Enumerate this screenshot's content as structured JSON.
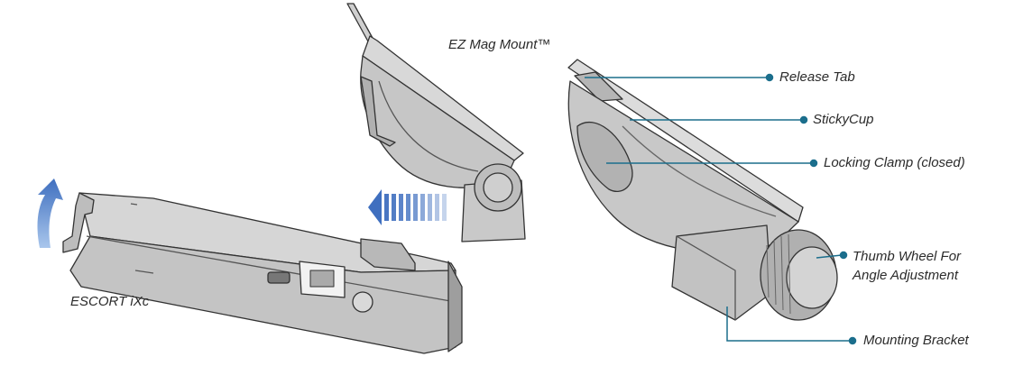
{
  "mount_title": "EZ Mag Mount™",
  "device_label": "ESCORT iXc",
  "callouts": {
    "release_tab": "Release Tab",
    "sticky_cup": "StickyCup",
    "locking_clamp": "Locking Clamp (closed)",
    "thumb_wheel_line1": "Thumb Wheel For",
    "thumb_wheel_line2": "Angle Adjustment",
    "mounting_bracket": "Mounting Bracket"
  },
  "colors": {
    "body_fill": "#c9c9c9",
    "body_shade": "#b5b5b5",
    "outline": "#333333",
    "callout_line": "#1b6e8c",
    "arrow": "#4a7ec7"
  },
  "icons": [
    "rotate-up-arrow-icon",
    "slide-left-arrow-icon"
  ]
}
